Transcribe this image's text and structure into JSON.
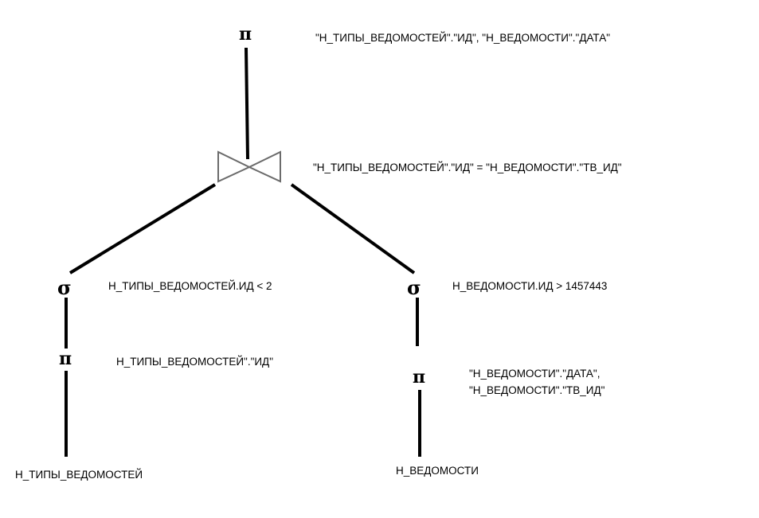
{
  "root": {
    "symbol": "π",
    "label": "\"Н_ТИПЫ_ВЕДОМОСТЕЙ\".\"ИД\", \"Н_ВЕДОМОСТИ\".\"ДАТА\""
  },
  "join": {
    "symbol": "⋈",
    "label": "\"Н_ТИПЫ_ВЕДОМОСТЕЙ\".\"ИД\" = \"Н_ВЕДОМОСТИ\".\"ТВ_ИД\""
  },
  "left": {
    "select": {
      "symbol": "σ",
      "label": "Н_ТИПЫ_ВЕДОМОСТЕЙ.ИД < 2"
    },
    "project": {
      "symbol": "π",
      "label": "Н_ТИПЫ_ВЕДОМОСТЕЙ\".\"ИД\""
    },
    "table": "Н_ТИПЫ_ВЕДОМОСТЕЙ"
  },
  "right": {
    "select": {
      "symbol": "σ",
      "label": "Н_ВЕДОМОСТИ.ИД > 1457443"
    },
    "project": {
      "symbol": "π",
      "label_line1": "\"Н_ВЕДОМОСТИ\".\"ДАТА\",",
      "label_line2": "\"Н_ВЕДОМОСТИ\".\"ТВ_ИД\""
    },
    "table": "Н_ВЕДОМОСТИ"
  }
}
